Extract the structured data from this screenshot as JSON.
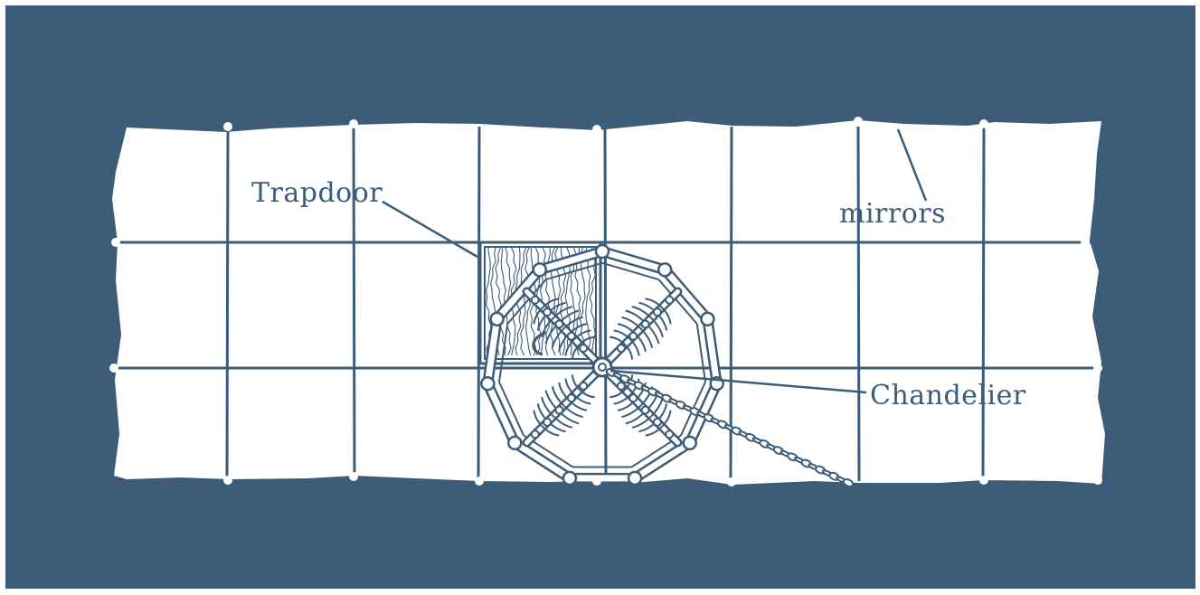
{
  "map": {
    "colors": {
      "background": "#3d5c78",
      "paper": "#ffffff",
      "ink": "#3d5c78"
    },
    "grid": {
      "columns": 8,
      "rows": 3
    },
    "labels": {
      "trapdoor": "Trapdoor",
      "mirrors": "mirrors",
      "chandelier": "Chandelier"
    },
    "features": [
      "trapdoor",
      "chandelier",
      "chain",
      "mirrors"
    ]
  }
}
